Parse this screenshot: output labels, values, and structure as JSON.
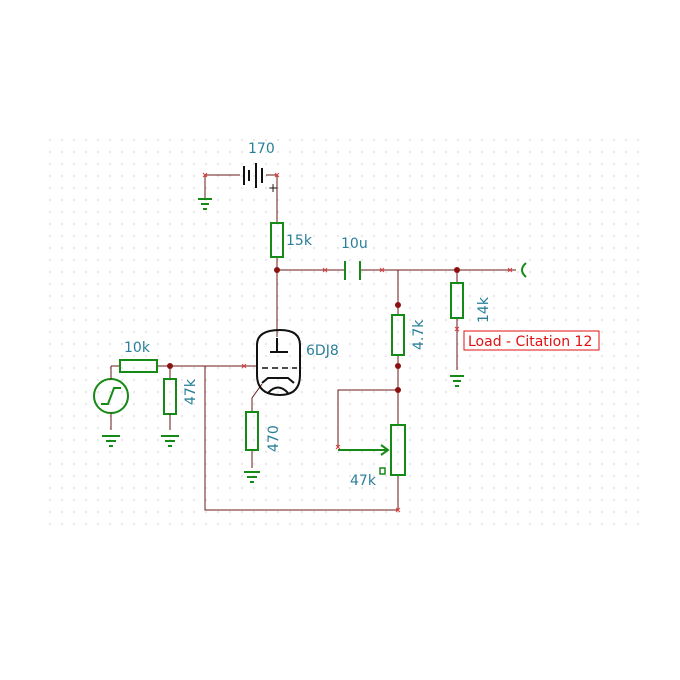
{
  "schematic": {
    "battery_label": "170",
    "plus_sign": "+",
    "plate_resistor_label": "15k",
    "coupling_cap_label": "10u",
    "load_resistor_label": "14k",
    "load_tag": "Load - Citation 12",
    "tube_label": "6DJ8",
    "divider_resistor_label": "4.7k",
    "grid_resistor_label": "10k",
    "grid_leak_label": "47k",
    "cathode_resistor_label": "470",
    "pot_label": "47k"
  },
  "colors": {
    "wire": "#6b1a1a",
    "component": "#168a16",
    "label": "#2a7f9a",
    "load_tag": "#e01010",
    "grid_dot": "#d8d8d8"
  }
}
